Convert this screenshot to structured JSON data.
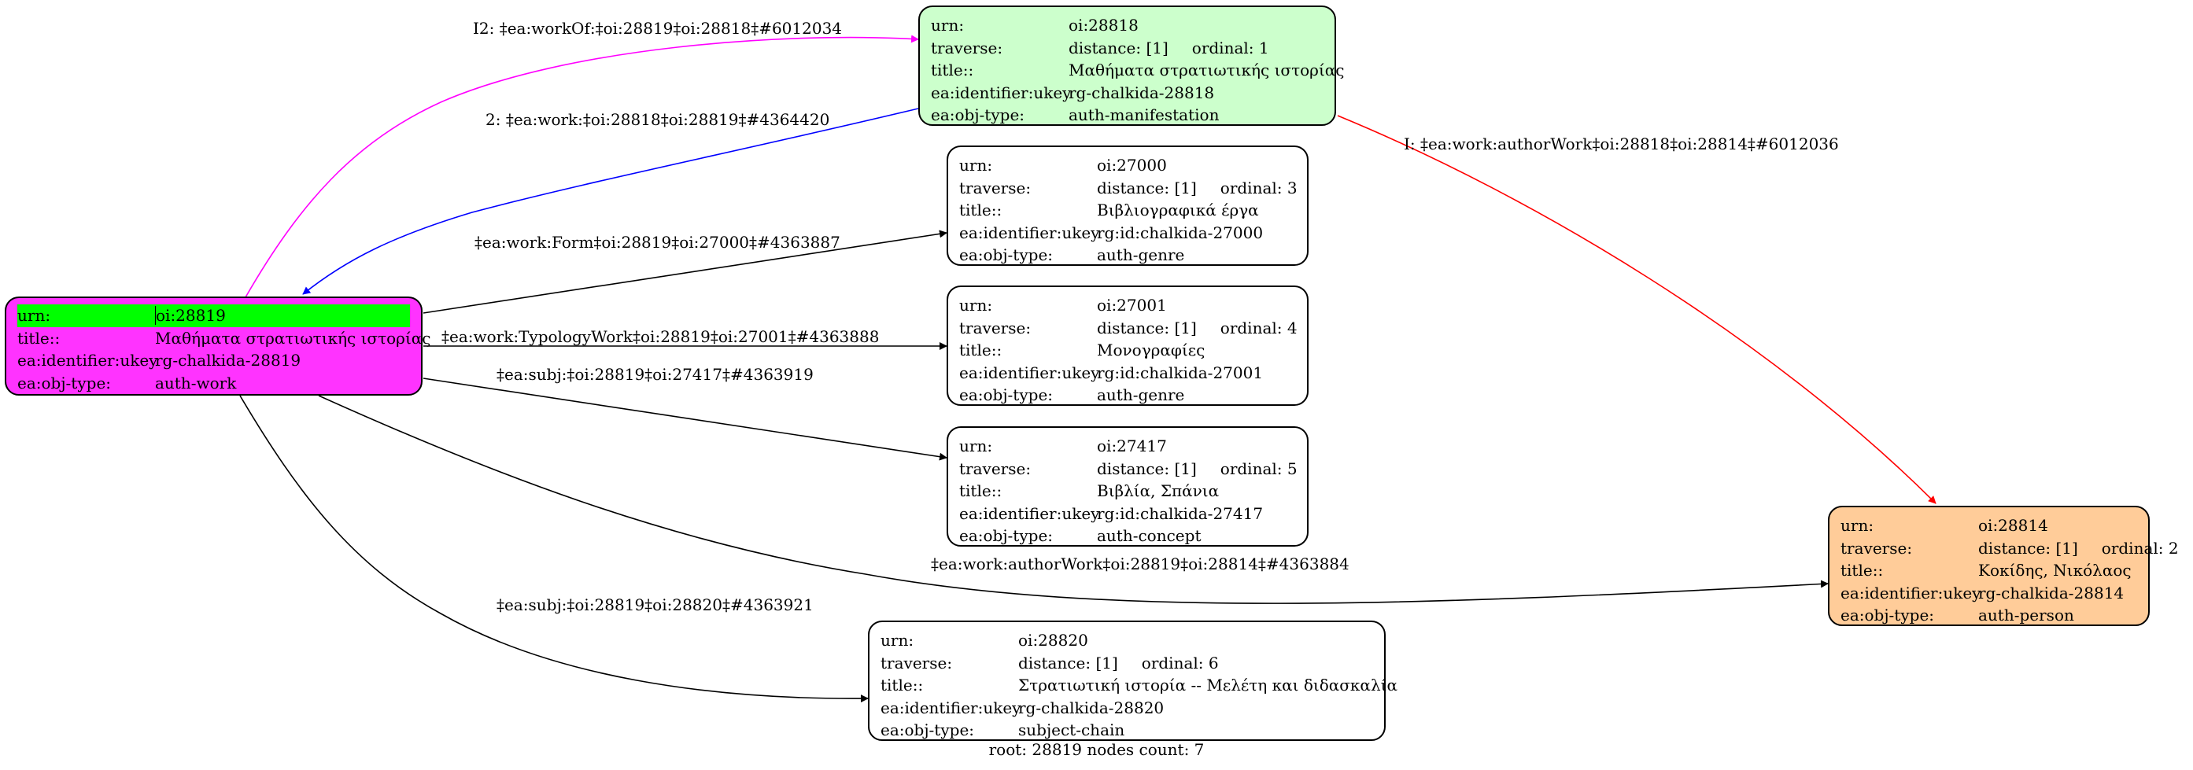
{
  "colors": {
    "root_fill": "#ff33ff",
    "highlight": "#00ff00",
    "manifestation_fill": "#ccffcc",
    "person_fill": "#ffcc99",
    "default_fill": "#ffffff",
    "edge_magenta": "#ff00ff",
    "edge_blue": "#0000ff",
    "edge_red": "#ff0000",
    "edge_black": "#000000"
  },
  "nodes": {
    "n28819": {
      "urn_key": "urn:",
      "urn": "oi:28819",
      "title_key": "title::",
      "title": "Μαθήματα στρατιωτικής ιστορίας",
      "ukey_key": "ea:identifier:ukey",
      "ukey": "rg-chalkida-28819",
      "type_key": "ea:obj-type:",
      "type": "auth-work"
    },
    "n28818": {
      "urn_key": "urn:",
      "urn": "oi:28818",
      "traverse_key": "traverse:",
      "distance": "distance: [1]",
      "ordinal": "ordinal: 1",
      "title_key": "title::",
      "title": "Μαθήματα στρατιωτικής ιστορίας",
      "ukey_key": "ea:identifier:ukey",
      "ukey": "rg-chalkida-28818",
      "type_key": "ea:obj-type:",
      "type": "auth-manifestation"
    },
    "n27000": {
      "urn_key": "urn:",
      "urn": "oi:27000",
      "traverse_key": "traverse:",
      "distance": "distance: [1]",
      "ordinal": "ordinal: 3",
      "title_key": "title::",
      "title": "Βιβλιογραφικά έργα",
      "ukey_key": "ea:identifier:ukey",
      "ukey": "rg:id:chalkida-27000",
      "type_key": "ea:obj-type:",
      "type": "auth-genre"
    },
    "n27001": {
      "urn_key": "urn:",
      "urn": "oi:27001",
      "traverse_key": "traverse:",
      "distance": "distance: [1]",
      "ordinal": "ordinal: 4",
      "title_key": "title::",
      "title": "Μονογραφίες",
      "ukey_key": "ea:identifier:ukey",
      "ukey": "rg:id:chalkida-27001",
      "type_key": "ea:obj-type:",
      "type": "auth-genre"
    },
    "n27417": {
      "urn_key": "urn:",
      "urn": "oi:27417",
      "traverse_key": "traverse:",
      "distance": "distance: [1]",
      "ordinal": "ordinal: 5",
      "title_key": "title::",
      "title": "Βιβλία, Σπάνια",
      "ukey_key": "ea:identifier:ukey",
      "ukey": "rg:id:chalkida-27417",
      "type_key": "ea:obj-type:",
      "type": "auth-concept"
    },
    "n28820": {
      "urn_key": "urn:",
      "urn": "oi:28820",
      "traverse_key": "traverse:",
      "distance": "distance: [1]",
      "ordinal": "ordinal: 6",
      "title_key": "title::",
      "title": "Στρατιωτική ιστορία -- Μελέτη και διδασκαλία",
      "ukey_key": "ea:identifier:ukey",
      "ukey": "rg-chalkida-28820",
      "type_key": "ea:obj-type:",
      "type": "subject-chain"
    },
    "n28814": {
      "urn_key": "urn:",
      "urn": "oi:28814",
      "traverse_key": "traverse:",
      "distance": "distance: [1]",
      "ordinal": "ordinal: 2",
      "title_key": "title::",
      "title": "Κοκίδης, Νικόλαος",
      "ukey_key": "ea:identifier:ukey",
      "ukey": "rg-chalkida-28814",
      "type_key": "ea:obj-type:",
      "type": "auth-person"
    }
  },
  "edges": {
    "e_workof": "I2: ‡ea:workOf:‡oi:28819‡oi:28818‡#6012034",
    "e_work": "2: ‡ea:work:‡oi:28818‡oi:28819‡#4364420",
    "e_authorwork_red": "I: ‡ea:work:authorWork‡oi:28818‡oi:28814‡#6012036",
    "e_form": "‡ea:work:Form‡oi:28819‡oi:27000‡#4363887",
    "e_typology": "‡ea:work:TypologyWork‡oi:28819‡oi:27001‡#4363888",
    "e_subj_27417": "‡ea:subj:‡oi:28819‡oi:27417‡#4363919",
    "e_authorwork": "‡ea:work:authorWork‡oi:28819‡oi:28814‡#4363884",
    "e_subj_28820": "‡ea:subj:‡oi:28819‡oi:28820‡#4363921"
  },
  "footer": "root: 28819 nodes count: 7"
}
